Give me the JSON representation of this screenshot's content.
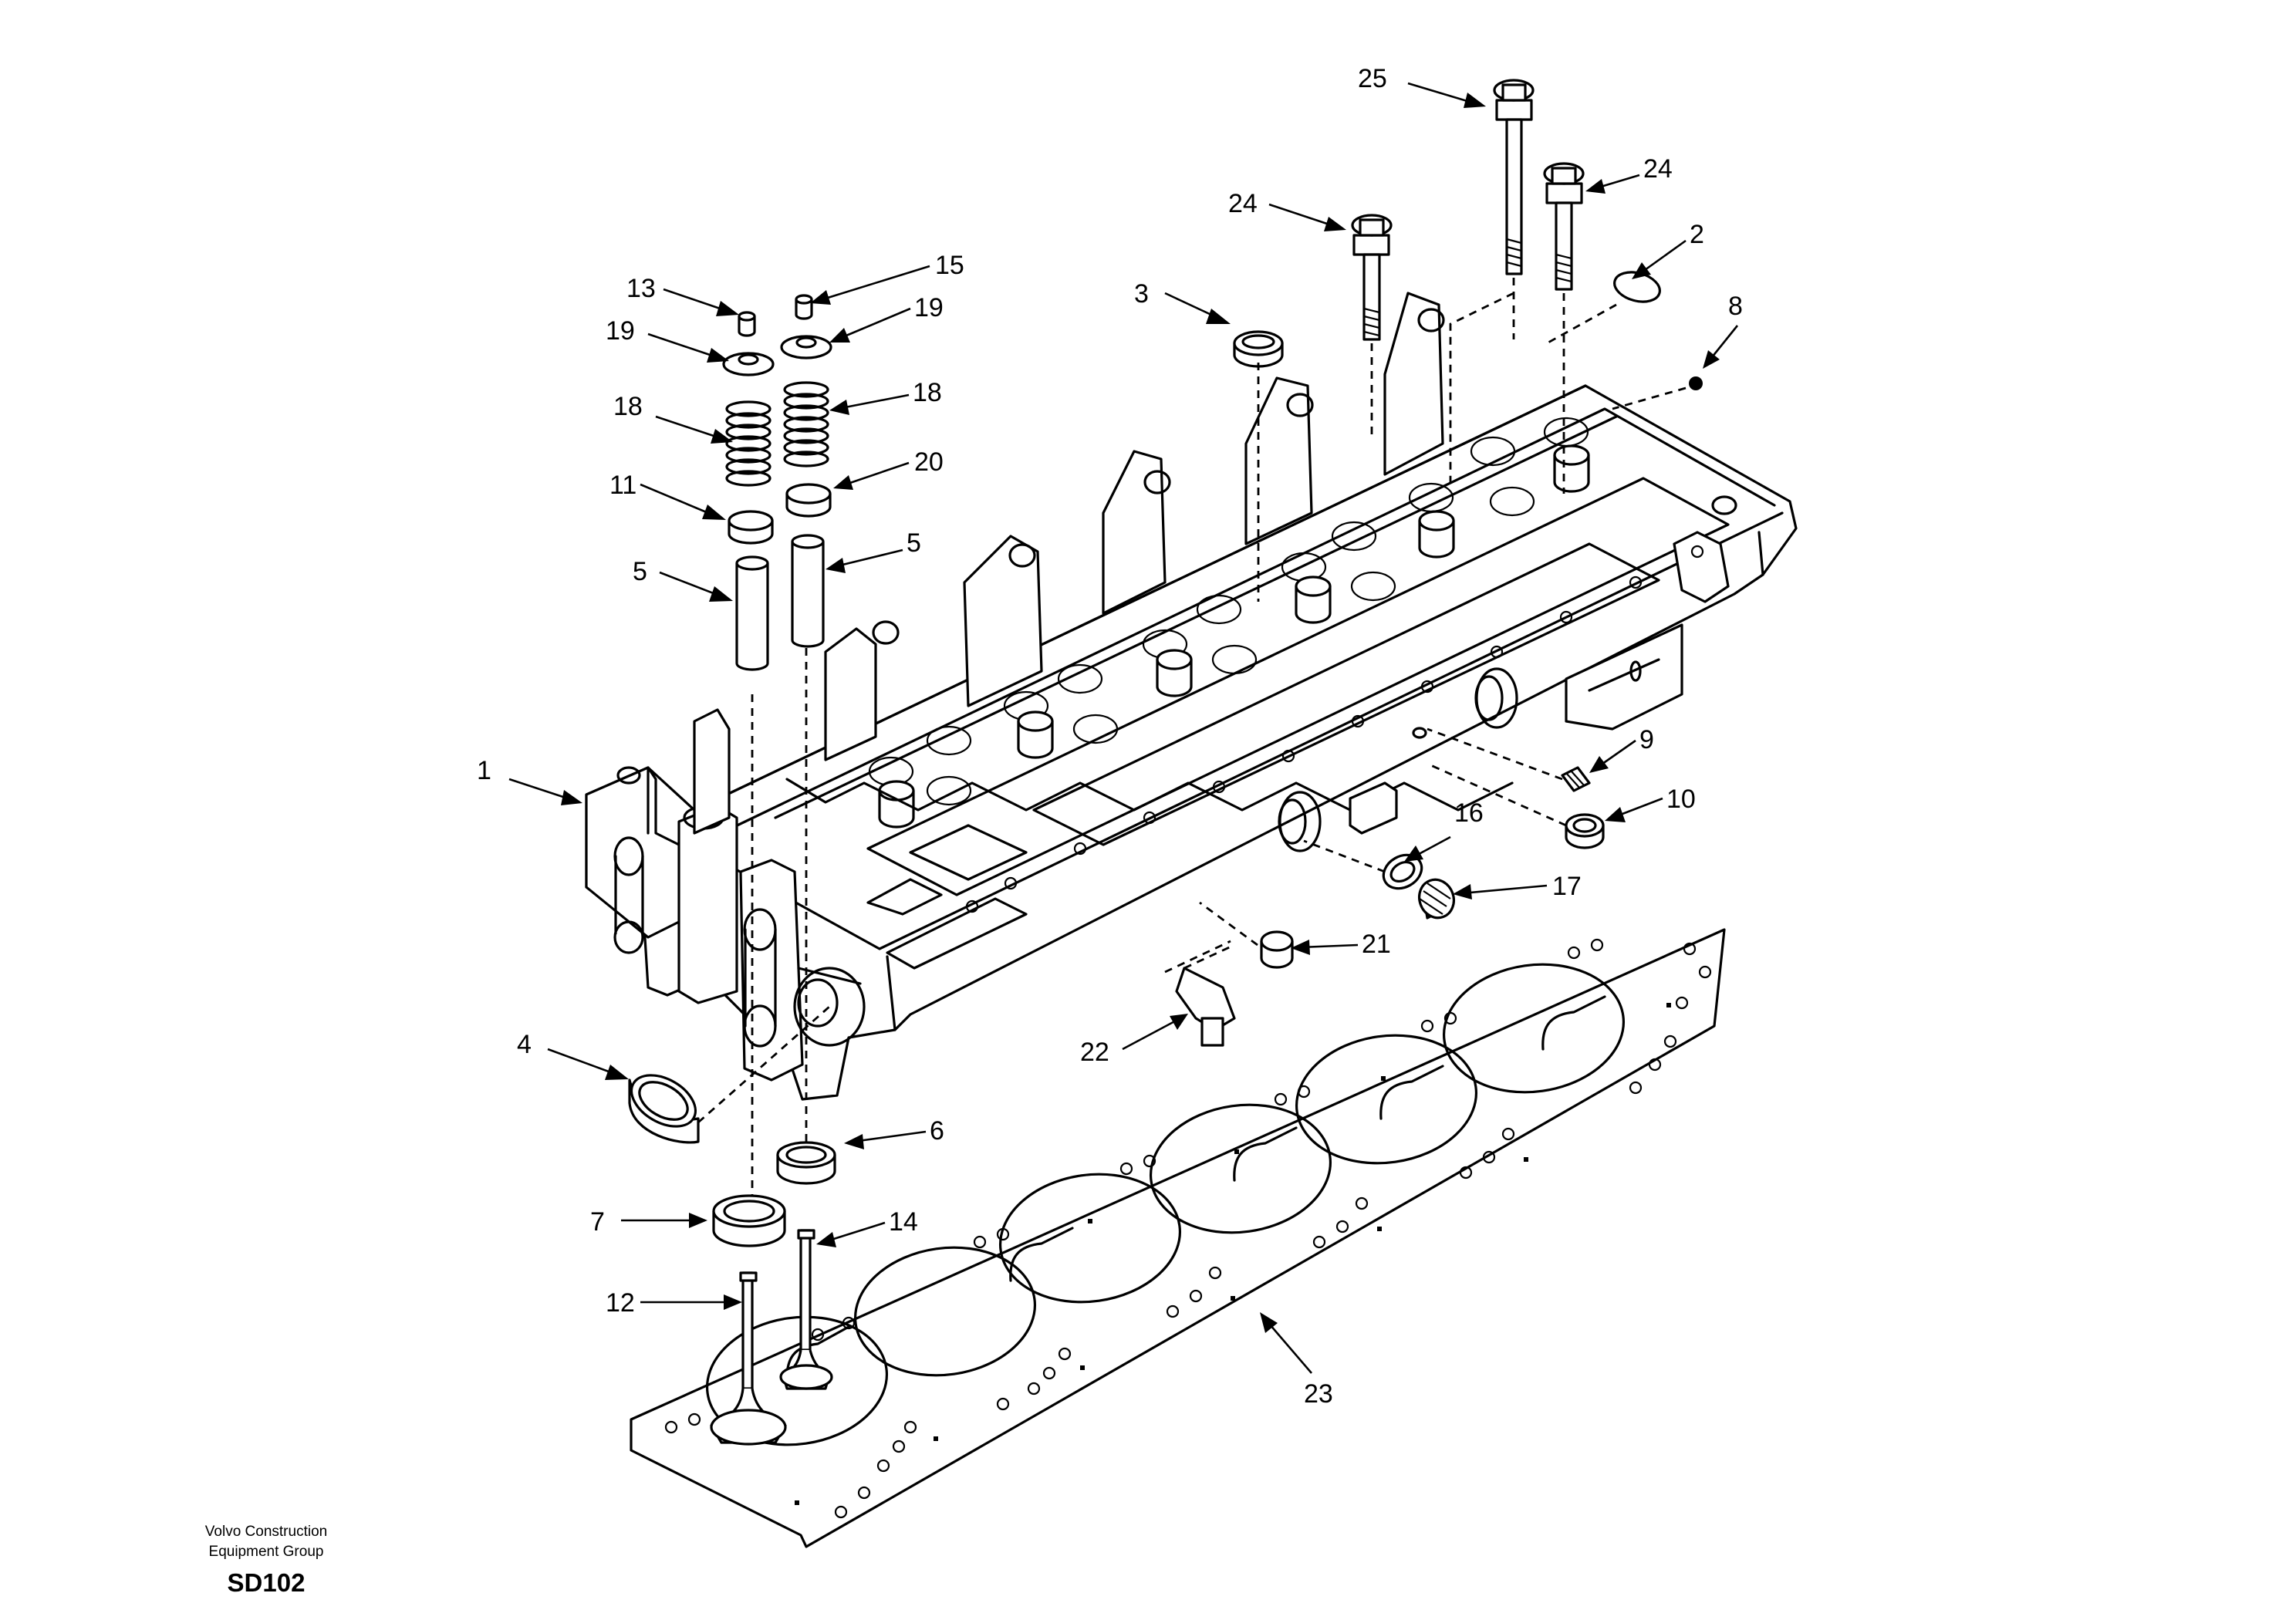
{
  "diagram": {
    "callouts": [
      {
        "id": "c1",
        "label": "1"
      },
      {
        "id": "c2",
        "label": "2"
      },
      {
        "id": "c3",
        "label": "3"
      },
      {
        "id": "c4",
        "label": "4"
      },
      {
        "id": "c5a",
        "label": "5"
      },
      {
        "id": "c5b",
        "label": "5"
      },
      {
        "id": "c6",
        "label": "6"
      },
      {
        "id": "c7",
        "label": "7"
      },
      {
        "id": "c8",
        "label": "8"
      },
      {
        "id": "c9",
        "label": "9"
      },
      {
        "id": "c10",
        "label": "10"
      },
      {
        "id": "c11",
        "label": "11"
      },
      {
        "id": "c12",
        "label": "12"
      },
      {
        "id": "c13",
        "label": "13"
      },
      {
        "id": "c14",
        "label": "14"
      },
      {
        "id": "c15",
        "label": "15"
      },
      {
        "id": "c16",
        "label": "16"
      },
      {
        "id": "c17",
        "label": "17"
      },
      {
        "id": "c18a",
        "label": "18"
      },
      {
        "id": "c18b",
        "label": "18"
      },
      {
        "id": "c19a",
        "label": "19"
      },
      {
        "id": "c19b",
        "label": "19"
      },
      {
        "id": "c20",
        "label": "20"
      },
      {
        "id": "c21",
        "label": "21"
      },
      {
        "id": "c22",
        "label": "22"
      },
      {
        "id": "c23",
        "label": "23"
      },
      {
        "id": "c24a",
        "label": "24"
      },
      {
        "id": "c24b",
        "label": "24"
      },
      {
        "id": "c25",
        "label": "25"
      }
    ]
  },
  "footer": {
    "company_line1": "Volvo Construction",
    "company_line2": "Equipment Group",
    "drawing_code": "SD102"
  }
}
